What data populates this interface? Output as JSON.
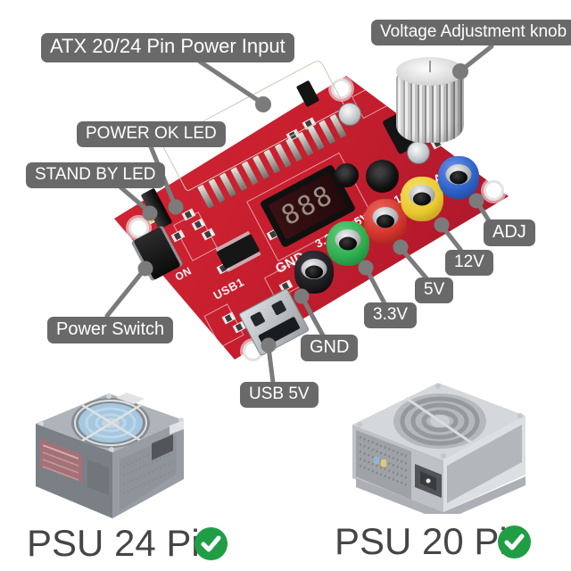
{
  "callouts": {
    "atx_power_input": "ATX 20/24 Pin Power Input",
    "voltage_knob": "Voltage Adjustment knob",
    "power_ok_led": "POWER OK LED",
    "stand_by_led": "STAND BY LED",
    "power_switch": "Power Switch",
    "usb_5v": "USB 5V",
    "gnd": "GND",
    "v3_3": "3.3V",
    "v5": "5V",
    "v12": "12V",
    "adj": "ADJ"
  },
  "board": {
    "display_value": "888",
    "silkscreen": {
      "usb_port": "USB1",
      "switch_on": "ON",
      "jack_gnd": "GND",
      "jack_3v3": "3.3",
      "jack_5v": "5V",
      "jack_12v": "12V",
      "jack_adj": "ADJ"
    }
  },
  "footer": {
    "psu24_label": "PSU 24 Pin",
    "psu20_label": "PSU 20 Pin",
    "check_icon": "check-circle"
  },
  "colors": {
    "pcb_red": "#c81f2e",
    "pcb_red_dark": "#a3152a",
    "label_bg": "#696969",
    "label_text": "#ffffff",
    "leader_gray": "#7b7b7b",
    "check_green": "#1f9e45",
    "caption_gray": "#454545",
    "display_digit": "#978f82",
    "jack_black": "#1c1c1f",
    "jack_green": "#2fae4e",
    "jack_red": "#d2342c",
    "jack_yellow": "#e9c930",
    "jack_blue": "#2e62c8"
  }
}
